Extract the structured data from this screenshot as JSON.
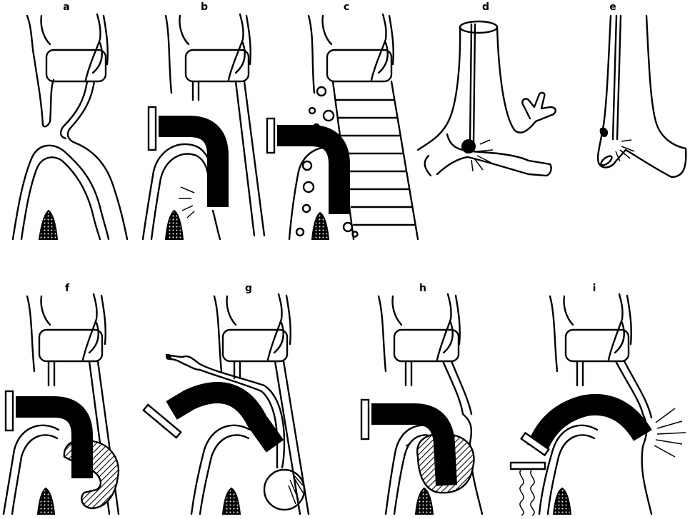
{
  "figure": {
    "panels": [
      {
        "id": "a",
        "label": "a"
      },
      {
        "id": "b",
        "label": "b"
      },
      {
        "id": "c",
        "label": "c"
      },
      {
        "id": "d",
        "label": "d"
      },
      {
        "id": "e",
        "label": "e"
      },
      {
        "id": "f",
        "label": "f"
      },
      {
        "id": "g",
        "label": "g"
      },
      {
        "id": "h",
        "label": "h"
      },
      {
        "id": "i",
        "label": "i"
      }
    ]
  }
}
